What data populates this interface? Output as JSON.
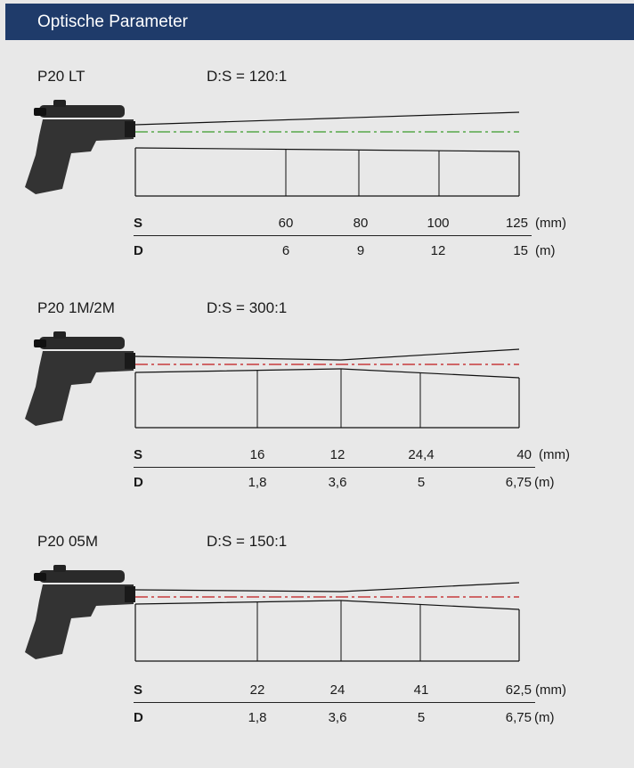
{
  "header": {
    "title": "Optische Parameter"
  },
  "sections": [
    {
      "model": "P20 LT",
      "ratio": "D:S = 120:1",
      "beam_color": "#3a9a2a",
      "row_s": {
        "label": "S",
        "values": [
          "60",
          "80",
          "100",
          "125"
        ],
        "unit": "(mm)"
      },
      "row_d": {
        "label": "D",
        "values": [
          "6",
          "9",
          "12",
          "15"
        ],
        "unit": "(m)"
      }
    },
    {
      "model": "P20 1M/2M",
      "ratio": "D:S = 300:1",
      "beam_color": "#c0181a",
      "row_s": {
        "label": "S",
        "values": [
          "16",
          "12",
          "24,4",
          "40"
        ],
        "unit": "(mm)"
      },
      "row_d": {
        "label": "D",
        "values": [
          "1,8",
          "3,6",
          "5",
          "6,75"
        ],
        "unit": "(m)"
      }
    },
    {
      "model": "P20 05M",
      "ratio": "D:S = 150:1",
      "beam_color": "#c0181a",
      "row_s": {
        "label": "S",
        "values": [
          "22",
          "24",
          "41",
          "62,5"
        ],
        "unit": "(mm)"
      },
      "row_d": {
        "label": "D",
        "values": [
          "1,8",
          "3,6",
          "5",
          "6,75"
        ],
        "unit": "(m)"
      }
    }
  ]
}
